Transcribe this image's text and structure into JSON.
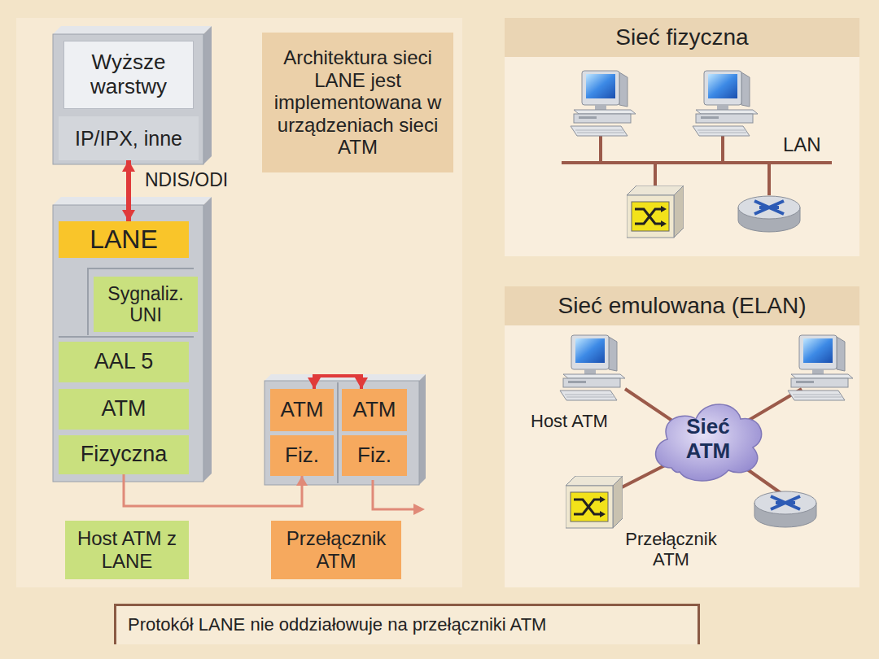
{
  "diagram": {
    "caption": "Protokół LANE nie oddziałowuje na przełączniki ATM",
    "nodes": [
      {
        "text": [
          "Wyższe warstwy"
        ]
      },
      {
        "text": [
          "IP/IPX, inne"
        ]
      },
      {
        "text": [
          "Architektura sieci LANE jest implementowana w urządzeniach sieci ATM"
        ]
      },
      {
        "text": [
          "LANE"
        ]
      },
      {
        "text": [
          "Sygnaliz. UNI"
        ]
      },
      {
        "text": [
          "AAL 5"
        ]
      },
      {
        "text": [
          "ATM"
        ]
      },
      {
        "text": [
          "Fizyczna"
        ]
      },
      {
        "text": [
          "ATM"
        ]
      },
      {
        "text": [
          "ATM"
        ]
      },
      {
        "text": [
          "Fiz."
        ]
      },
      {
        "text": [
          "Fiz."
        ]
      },
      {
        "text": [
          "Host ATM z LANE"
        ]
      },
      {
        "text": [
          "Przełącznik ATM"
        ]
      },
      {
        "text": [
          "Sieć fizyczna"
        ]
      },
      {
        "text": [
          "Sieć emulowana (ELAN)"
        ]
      },
      {
        "text": [
          "Sieć ATM"
        ],
        "in": 15
      }
    ],
    "edges": [
      {
        "from": 1,
        "to": 3,
        "label": "NDIS/ODI",
        "arrow": "both"
      },
      {
        "from": 8,
        "to": 9,
        "arrow": "both"
      },
      {
        "from": 7,
        "to": 10,
        "arrow": "to"
      }
    ],
    "labels": [
      "LAN",
      "Host ATM",
      "Przełącznik ATM"
    ]
  }
}
